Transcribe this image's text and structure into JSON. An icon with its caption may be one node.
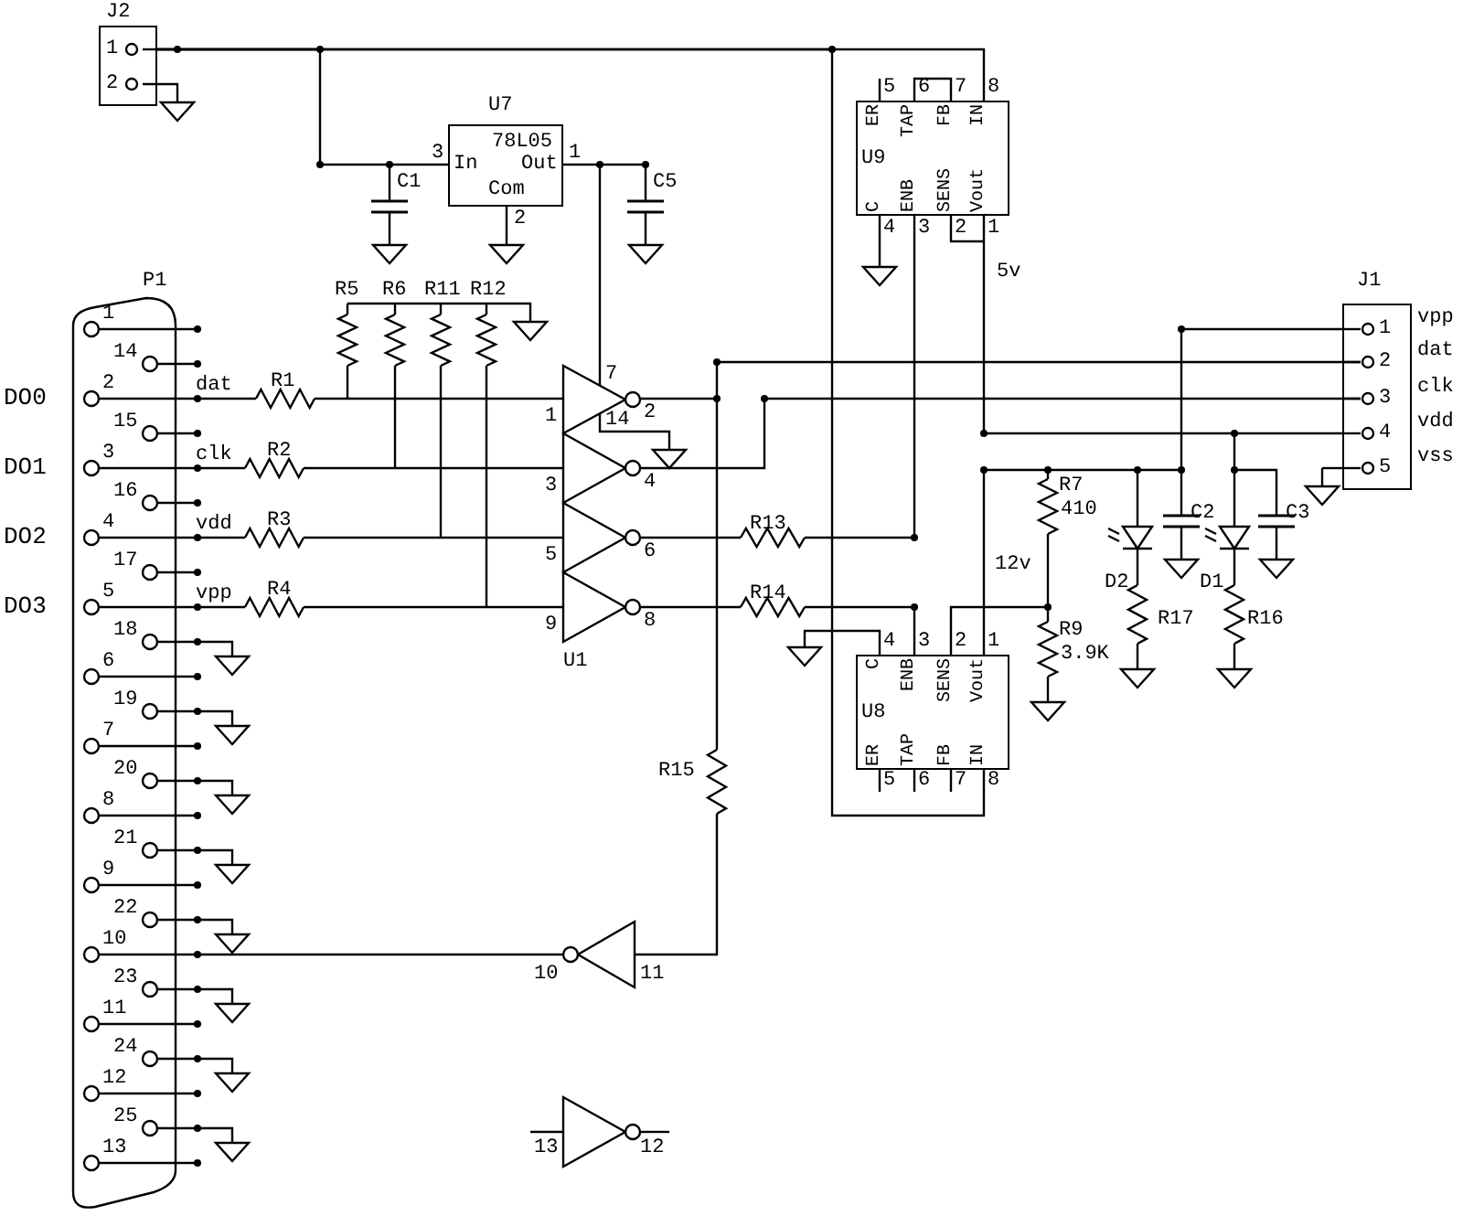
{
  "diagram": {
    "nodes": [
      {
        "text": [
          "J2",
          "1",
          "2"
        ]
      },
      {
        "text": [
          "U7",
          "78L05",
          "In",
          "Out",
          "Com"
        ],
        "beside": [
          "3",
          "1",
          "2"
        ]
      },
      {
        "text": [
          "P1",
          "1",
          "14",
          "2",
          "15",
          "3",
          "16",
          "4",
          "17",
          "5",
          "18",
          "6",
          "19",
          "7",
          "20",
          "8",
          "21",
          "9",
          "22",
          "10",
          "23",
          "11",
          "24",
          "12",
          "25",
          "13"
        ],
        "beside": [
          "DO0",
          "DO1",
          "DO2",
          "DO3"
        ]
      },
      {
        "text": [
          "ER",
          "TAP",
          "FB",
          "IN",
          "U9",
          "C",
          "ENB",
          "SENS",
          "Vout"
        ],
        "beside": [
          "5",
          "6",
          "7",
          "8",
          "4",
          "3",
          "2",
          "1"
        ]
      },
      {
        "text": [
          "J1",
          "1",
          "2",
          "3",
          "4",
          "5"
        ],
        "beside": [
          "vpp",
          "dat",
          "clk",
          "vdd",
          "vss"
        ]
      },
      {
        "text": [
          "C",
          "ENB",
          "SENS",
          "Vout",
          "U8",
          "ER",
          "TAP",
          "FB",
          "IN"
        ],
        "beside": [
          "4",
          "3",
          "2",
          "1",
          "5",
          "6",
          "7",
          "8"
        ]
      }
    ],
    "edges": [
      {
        "from": 0,
        "to": 1,
        "arrow": "none"
      },
      {
        "from": 0,
        "to": 3,
        "arrow": "none"
      },
      {
        "from": 0,
        "to": 5,
        "arrow": "none"
      },
      {
        "from": 3,
        "to": 4,
        "arrow": "none"
      },
      {
        "from": 5,
        "to": 4,
        "arrow": "none"
      }
    ],
    "labels": [
      "R5",
      "R6",
      "R11",
      "R12",
      "C1",
      "C5",
      "7",
      "dat",
      "R1",
      "1",
      "2",
      "14",
      "clk",
      "R2",
      "3",
      "4",
      "vdd",
      "R3",
      "5",
      "6",
      "R13",
      "vpp",
      "R4",
      "9",
      "8",
      "R14",
      "U1",
      "5v",
      "R7",
      "410",
      "C2",
      "C3",
      "12v",
      "D2",
      "D1",
      "R17",
      "R16",
      "R9",
      "3.9K",
      "R15",
      "10",
      "11",
      "13",
      "12"
    ]
  }
}
